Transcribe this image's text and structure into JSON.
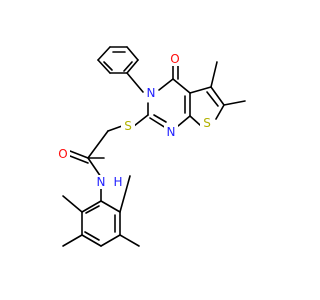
{
  "colors": {
    "background": "#ffffff",
    "bond": "#000000",
    "nitrogen": "#1f1fff",
    "oxygen": "#ff0d0d",
    "sulfur": "#b2b200"
  },
  "atoms": {
    "O1": "O",
    "N3": "N",
    "N1": "N",
    "S_linker": "S",
    "S_thiophene": "S",
    "O_amide": "O",
    "NH_amide": "N",
    "H_amide": "H"
  }
}
